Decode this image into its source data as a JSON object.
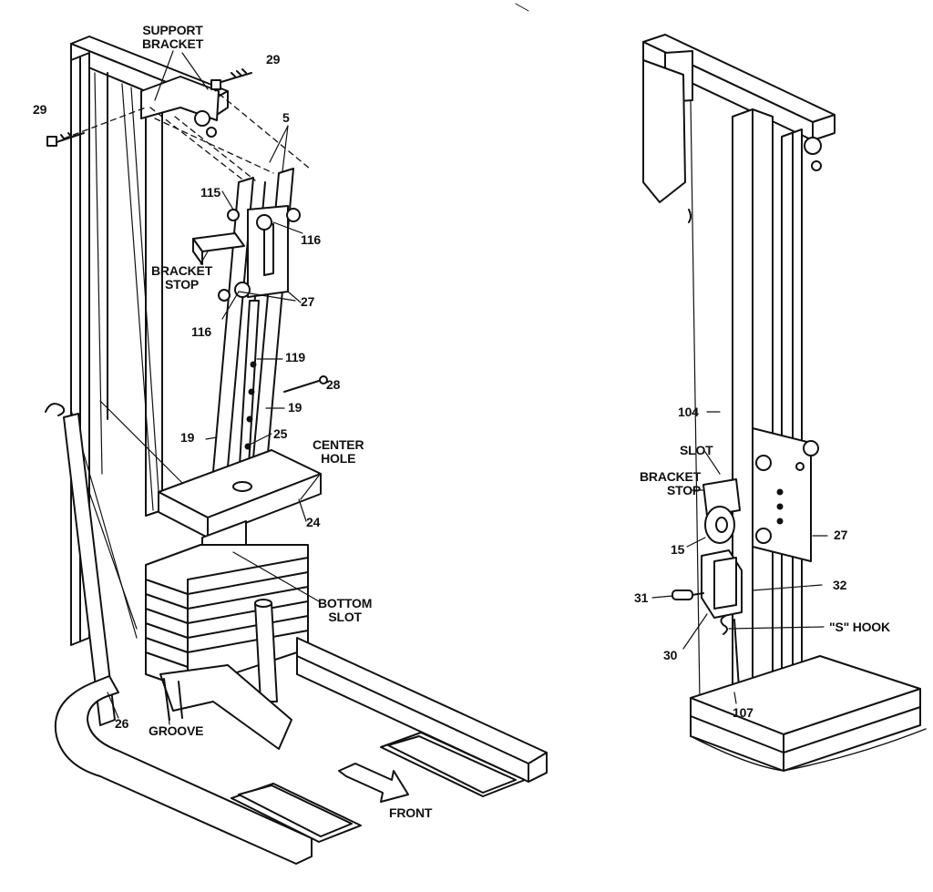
{
  "colors": {
    "ink": "#111111",
    "paper": "#ffffff",
    "shade": "#d9d9d9"
  },
  "left_assembly": {
    "support_bracket": {
      "line1": "SUPPORT",
      "line2": "BRACKET"
    },
    "part_29_top": "29",
    "part_29_left": "29",
    "part_5": "5",
    "part_115": "115",
    "part_116_upper": "116",
    "part_116_lower": "116",
    "bracket_stop": {
      "line1": "BRACKET",
      "line2": "STOP"
    },
    "part_27": "27",
    "part_119": "119",
    "part_28": "28",
    "part_19_right": "19",
    "part_19_left": "19",
    "part_25": "25",
    "center_hole": {
      "line1": "CENTER",
      "line2": "HOLE"
    },
    "part_24": "24",
    "bottom_slot": {
      "line1": "BOTTOM",
      "line2": "SLOT"
    },
    "part_26": "26",
    "groove": "GROOVE",
    "front": "FRONT"
  },
  "right_assembly": {
    "part_104": "104",
    "slot": "SLOT",
    "bracket_stop": {
      "line1": "BRACKET",
      "line2": "STOP"
    },
    "part_15": "15",
    "part_27": "27",
    "part_31": "31",
    "part_32": "32",
    "s_hook": "\"S\" HOOK",
    "part_30": "30",
    "part_107": "107"
  }
}
